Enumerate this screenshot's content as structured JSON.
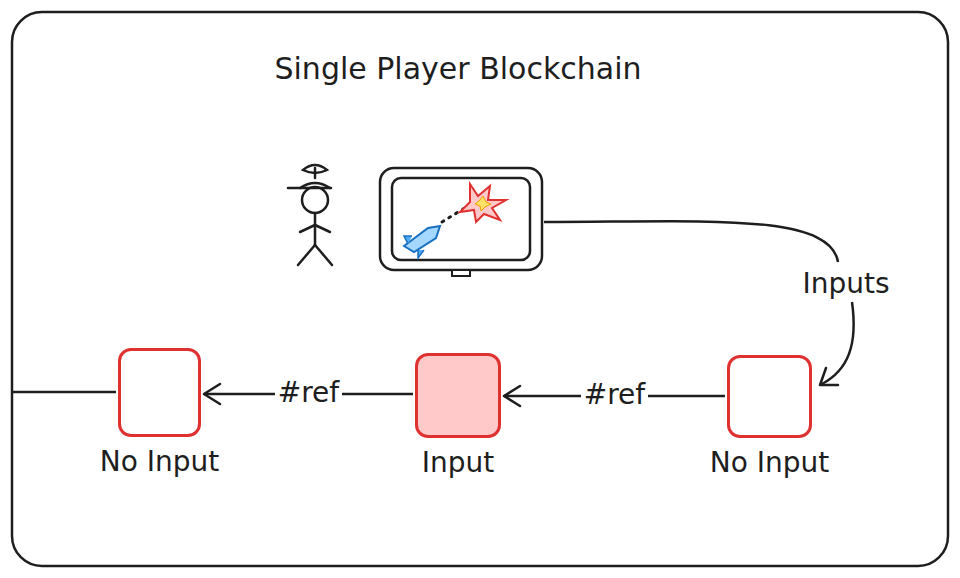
{
  "diagram": {
    "title": "Single Player Blockchain",
    "nodes": [
      {
        "text": [
          "No Input"
        ]
      },
      {
        "text": [
          "Input"
        ]
      },
      {
        "text": [
          "No Input"
        ]
      }
    ],
    "edges": [
      {
        "from": 2,
        "to": 1,
        "label": "#ref",
        "arrow": "to"
      },
      {
        "from": 1,
        "to": 0,
        "label": "#ref",
        "arrow": "to"
      }
    ],
    "labels": [
      "Inputs"
    ]
  }
}
